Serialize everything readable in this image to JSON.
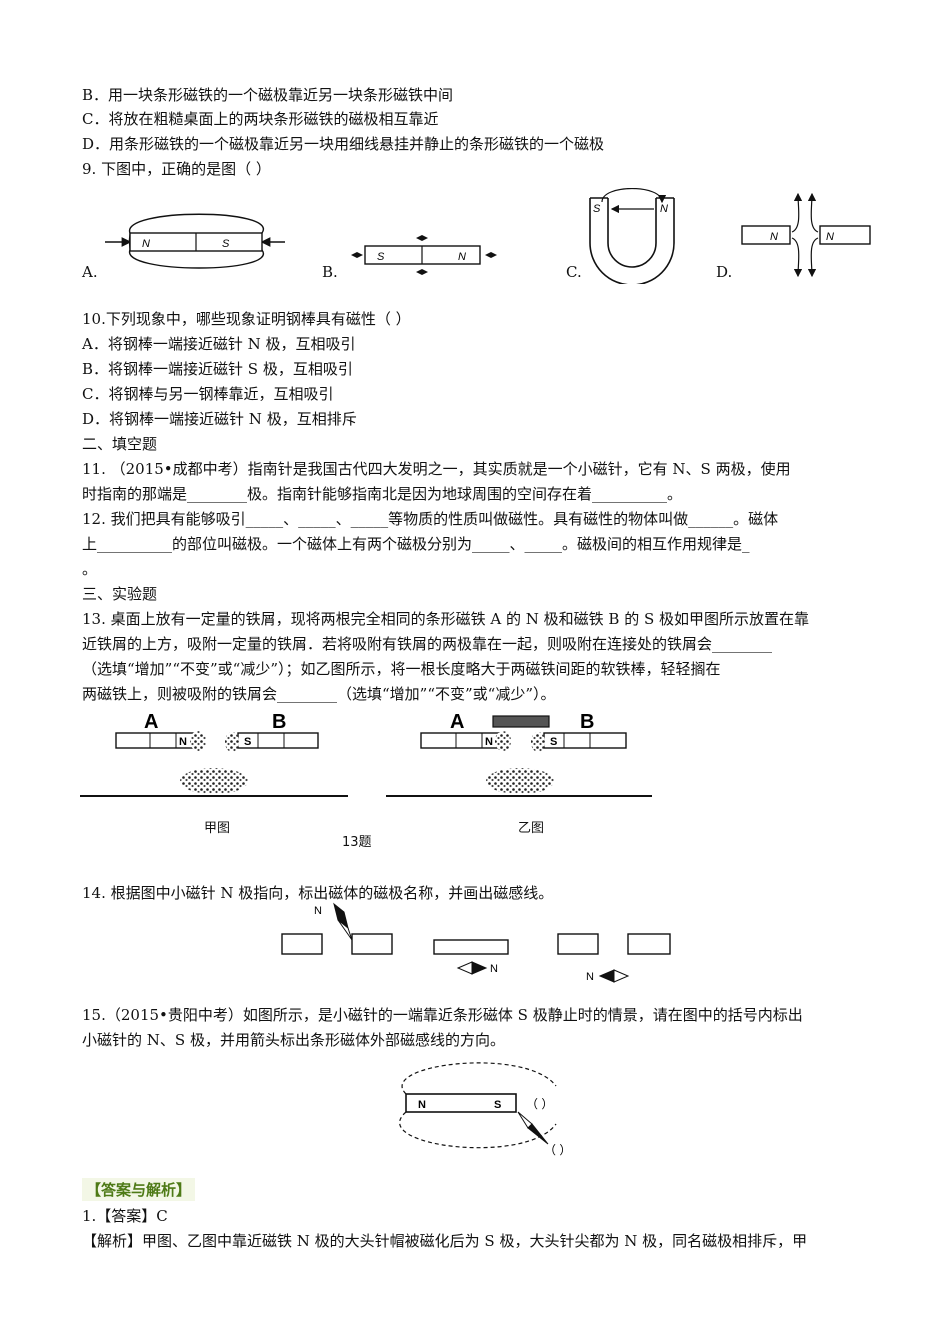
{
  "q8_options": {
    "b": "B．用一块条形磁铁的一个磁极靠近另一块条形磁铁中间",
    "c": "C．将放在粗糙桌面上的两块条形磁铁的磁极相互靠近",
    "d": "D．用条形磁铁的一个磁极靠近另一块用细线悬挂并静止的条形磁铁的一个磁极"
  },
  "q9": {
    "stem": "9.  下图中，正确的是图（        ）",
    "labels": [
      "A.",
      "B.",
      "C.",
      "D."
    ],
    "magnet_letters": {
      "n": "N",
      "s": "S"
    }
  },
  "q10": {
    "stem": "10.下列现象中，哪些现象证明钢棒具有磁性（        ）",
    "a": "A．将钢棒一端接近磁针 N 极，互相吸引",
    "b": "B．将钢棒一端接近磁针 S 极，互相吸引",
    "c": "C．将钢棒与另一钢棒靠近，互相吸引",
    "d": "D．将钢棒一端接近磁针 N 极，互相排斥"
  },
  "section2": "二、填空题",
  "q11": {
    "line1": "11.  （2015•成都中考）指南针是我国古代四大发明之一，其实质就是一个小磁针，它有 N、S 两极，使用",
    "line2": "时指南的那端是________极。指南针能够指南北是因为地球周围的空间存在着__________。"
  },
  "q12": {
    "line1": "12.  我们把具有能够吸引_____、_____、_____等物质的性质叫做磁性。具有磁性的物体叫做______。磁体",
    "line2": "上__________的部位叫磁极。一个磁体上有两个磁极分别为_____、_____。磁极间的相互作用规律是_",
    "line3": "。"
  },
  "section3": "三、实验题",
  "q13": {
    "line1": "13.  桌面上放有一定量的铁屑，现将两根完全相同的条形磁铁 A 的 N 极和磁铁 B 的 S 极如甲图所示放置在靠",
    "line2": "近铁屑的上方，吸附一定量的铁屑．若将吸附有铁屑的两极靠在一起，则吸附在连接处的铁屑会________",
    "line3": "（选填“增加”“不变”或“减少”）；如乙图所示，将一根长度略大于两磁铁间距的软铁棒，轻轻搁在",
    "line4": "两磁铁上，则被吸附的铁屑会________（选填“增加”“不变”或“减少”）。",
    "fig_a": "A",
    "fig_b": "B",
    "fig_n": "N",
    "fig_s": "S",
    "caption_jia": "甲图",
    "caption_yi": "乙图",
    "caption_num": "13题"
  },
  "q14": {
    "stem": "14.  根据图中小磁针 N 极指向，标出磁体的磁极名称，并画出磁感线。",
    "n": "N"
  },
  "q15": {
    "line1": "15.（2015•贵阳中考）如图所示，是小磁针的一端靠近条形磁体 S 极静止时的情景，请在图中的括号内标出",
    "line2": "小磁针的 N、S 极，并用箭头标出条形磁体外部磁感线的方向。",
    "n": "N",
    "s": "S",
    "bracket": "（  ）"
  },
  "answer": {
    "tag": "【答案与解析】",
    "a1": "1.【答案】C",
    "a1_exp": "【解析】甲图、乙图中靠近磁铁 N 极的大头针帽被磁化后为 S 极，大头针尖都为 N 极，同名磁极相排斥，甲"
  }
}
